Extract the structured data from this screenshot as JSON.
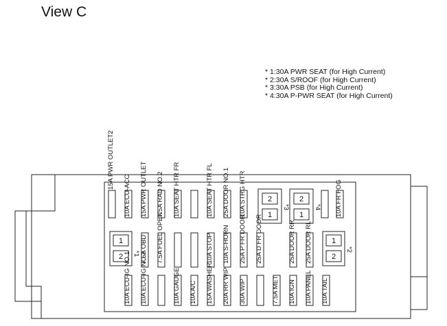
{
  "title": "View C",
  "notes": [
    "* 1:30A PWR SEAT (for High Current)",
    "* 2:30A S/ROOF (for High Current)",
    "* 3:30A PSB (for High Current)",
    "* 4:30A P-PWR SEAT (for High Current)"
  ],
  "colors": {
    "line": "#222222",
    "background": "#ffffff"
  },
  "fuses": [
    {
      "id": "f1",
      "text": "15A  PWR OUTLET2"
    },
    {
      "id": "f2",
      "text": "10A  ECU-ACC"
    },
    {
      "id": "f3",
      "text": "15A  PWR OUTLET"
    },
    {
      "id": "f4",
      "text": "7.5A  RAD NO.2"
    },
    {
      "id": "f5",
      "text": "10A  SEAT HTR FR"
    },
    {
      "id": "f6",
      "text": ""
    },
    {
      "id": "f7",
      "text": "10A  SEAT HTR FL"
    },
    {
      "id": "f8",
      "text": "25A  DOOR NO.1"
    },
    {
      "id": "f9",
      "text": "10A  STRG HTR"
    },
    {
      "id": "f10",
      "text": ""
    },
    {
      "id": "f11",
      "text": "10A  FR FOG"
    },
    {
      "id": "f12",
      "text": "7.5A  OBD"
    },
    {
      "id": "f13",
      "text": "7.5A  FUEL OPEN"
    },
    {
      "id": "f14",
      "text": ""
    },
    {
      "id": "f15",
      "text": ""
    },
    {
      "id": "f16",
      "text": "10A  STOP"
    },
    {
      "id": "f17",
      "text": "10A  S-HORN"
    },
    {
      "id": "f18",
      "text": "25A  P FR DOOR"
    },
    {
      "id": "f19",
      "text": "25A  D FR DOOR"
    },
    {
      "id": "f20",
      "text": "25A  DOOR RR"
    },
    {
      "id": "f21",
      "text": "25A  DOOR RL"
    },
    {
      "id": "f22",
      "text": "10A  ECU-IG NO.1"
    },
    {
      "id": "f23",
      "text": "10A  ECU-IG NO.2"
    },
    {
      "id": "f24",
      "text": ""
    },
    {
      "id": "f25",
      "text": "10A  GAUGE"
    },
    {
      "id": "f26",
      "text": "10A  A/C"
    },
    {
      "id": "f27",
      "text": "15A  WASHER"
    },
    {
      "id": "f28",
      "text": "20A  RR WIP"
    },
    {
      "id": "f29",
      "text": "30A  WIP"
    },
    {
      "id": "f30",
      "text": ""
    },
    {
      "id": "f31",
      "text": "7.5A  MET"
    },
    {
      "id": "f32",
      "text": "10A  IGN"
    },
    {
      "id": "f33",
      "text": "10A  PANEL"
    },
    {
      "id": "f34",
      "text": "10A  TAIL"
    }
  ],
  "relays": [
    {
      "id": "r1",
      "top": "1",
      "bottom": "2",
      "label": "*1"
    },
    {
      "id": "r2",
      "top": "1",
      "bottom": "2",
      "label": "*2"
    },
    {
      "id": "r3",
      "top": "2",
      "bottom": "1",
      "label": "*3"
    },
    {
      "id": "r4",
      "top": "2",
      "bottom": "1",
      "label": "*4"
    }
  ]
}
